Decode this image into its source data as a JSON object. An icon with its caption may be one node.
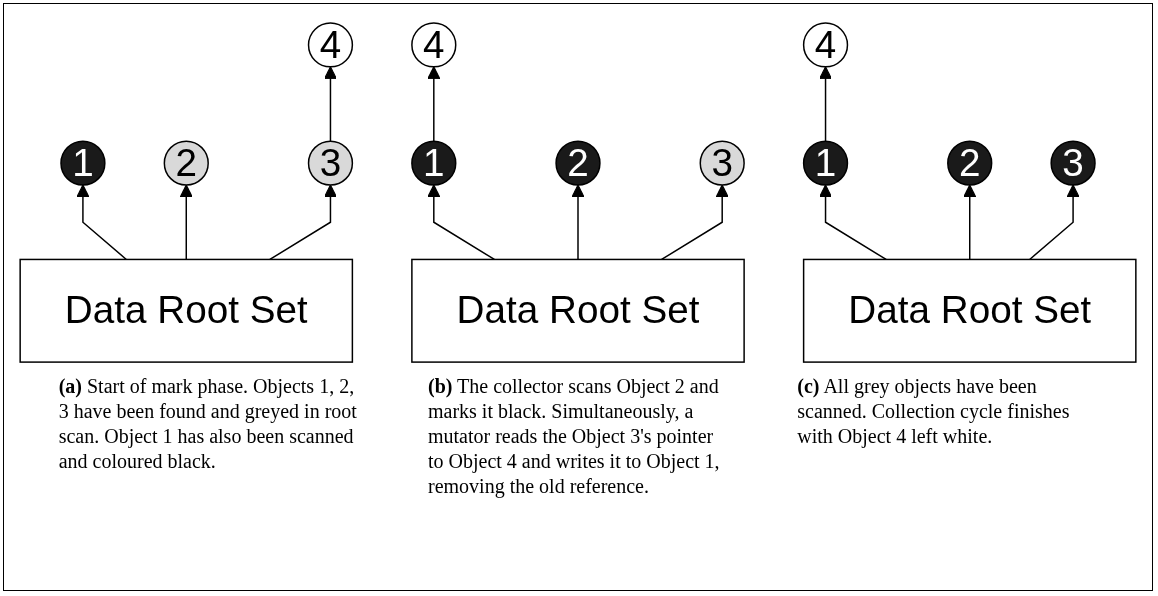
{
  "diagram": {
    "nodes": [
      {
        "text": [
          "4"
        ]
      },
      {
        "text": [
          "1"
        ]
      },
      {
        "text": [
          "2"
        ]
      },
      {
        "text": [
          "3"
        ]
      },
      {
        "text": [
          "Data Root Set"
        ]
      },
      {
        "text": [
          "4"
        ]
      },
      {
        "text": [
          "1"
        ]
      },
      {
        "text": [
          "2"
        ]
      },
      {
        "text": [
          "3"
        ]
      },
      {
        "text": [
          "Data Root Set"
        ]
      },
      {
        "text": [
          "4"
        ]
      },
      {
        "text": [
          "1"
        ]
      },
      {
        "text": [
          "2"
        ]
      },
      {
        "text": [
          "3"
        ]
      },
      {
        "text": [
          "Data Root Set"
        ]
      }
    ],
    "edges": [
      {
        "from": 4,
        "to": 1,
        "arrow": "to"
      },
      {
        "from": 4,
        "to": 2,
        "arrow": "to"
      },
      {
        "from": 4,
        "to": 3,
        "arrow": "to"
      },
      {
        "from": 3,
        "to": 0,
        "arrow": "to"
      },
      {
        "from": 9,
        "to": 6,
        "arrow": "to"
      },
      {
        "from": 9,
        "to": 7,
        "arrow": "to"
      },
      {
        "from": 9,
        "to": 8,
        "arrow": "to"
      },
      {
        "from": 6,
        "to": 5,
        "arrow": "to"
      },
      {
        "from": 14,
        "to": 11,
        "arrow": "to"
      },
      {
        "from": 14,
        "to": 12,
        "arrow": "to"
      },
      {
        "from": 14,
        "to": 13,
        "arrow": "to"
      },
      {
        "from": 11,
        "to": 10,
        "arrow": "to"
      }
    ],
    "labels": [
      "**(a)** Start of mark phase. Objects 1, 2, 3 have been found and greyed in root scan. Object 1 has also been scanned and coloured black.",
      "**(b)** The collector scans Object 2 and marks it black. Simultaneously, a mutator reads the Object 3's pointer to Object 4 and writes it to Object 1, removing the old reference.",
      "**(c)** All grey objects have been scanned. Collection cycle finishes with Object 4 left white."
    ]
  }
}
